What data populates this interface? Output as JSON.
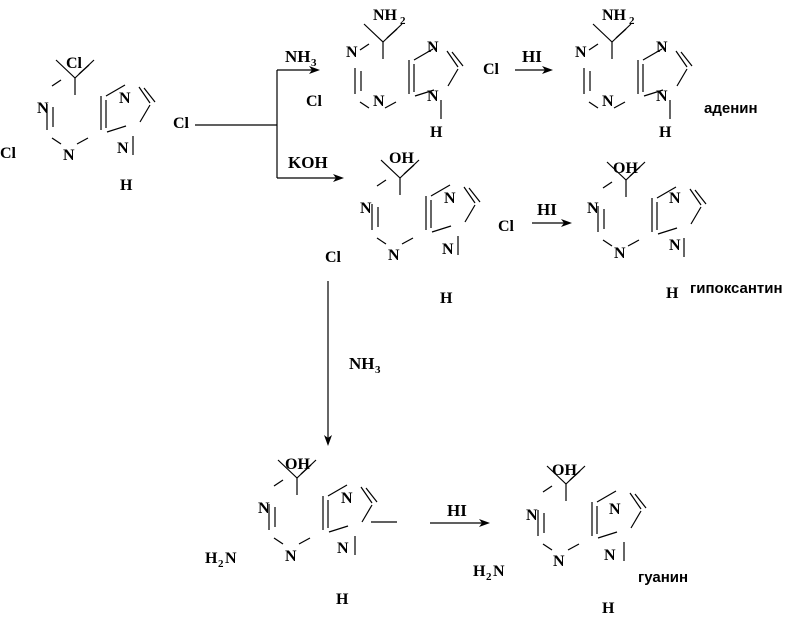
{
  "reagents": {
    "nh3": "NH",
    "nh3_sub": "3",
    "koh": "KOH",
    "hi": "HI"
  },
  "atoms": {
    "cl": "Cl",
    "n": "N",
    "h": "H",
    "oh": "OH",
    "nh2": "NH",
    "nh2_sub": "2",
    "h2n_h": "H",
    "h2n_sub": "2",
    "h2n_n": "N"
  },
  "products": {
    "adenine": "аденин",
    "hypoxanthine": "гипоксантин",
    "guanine": "гуанин"
  }
}
